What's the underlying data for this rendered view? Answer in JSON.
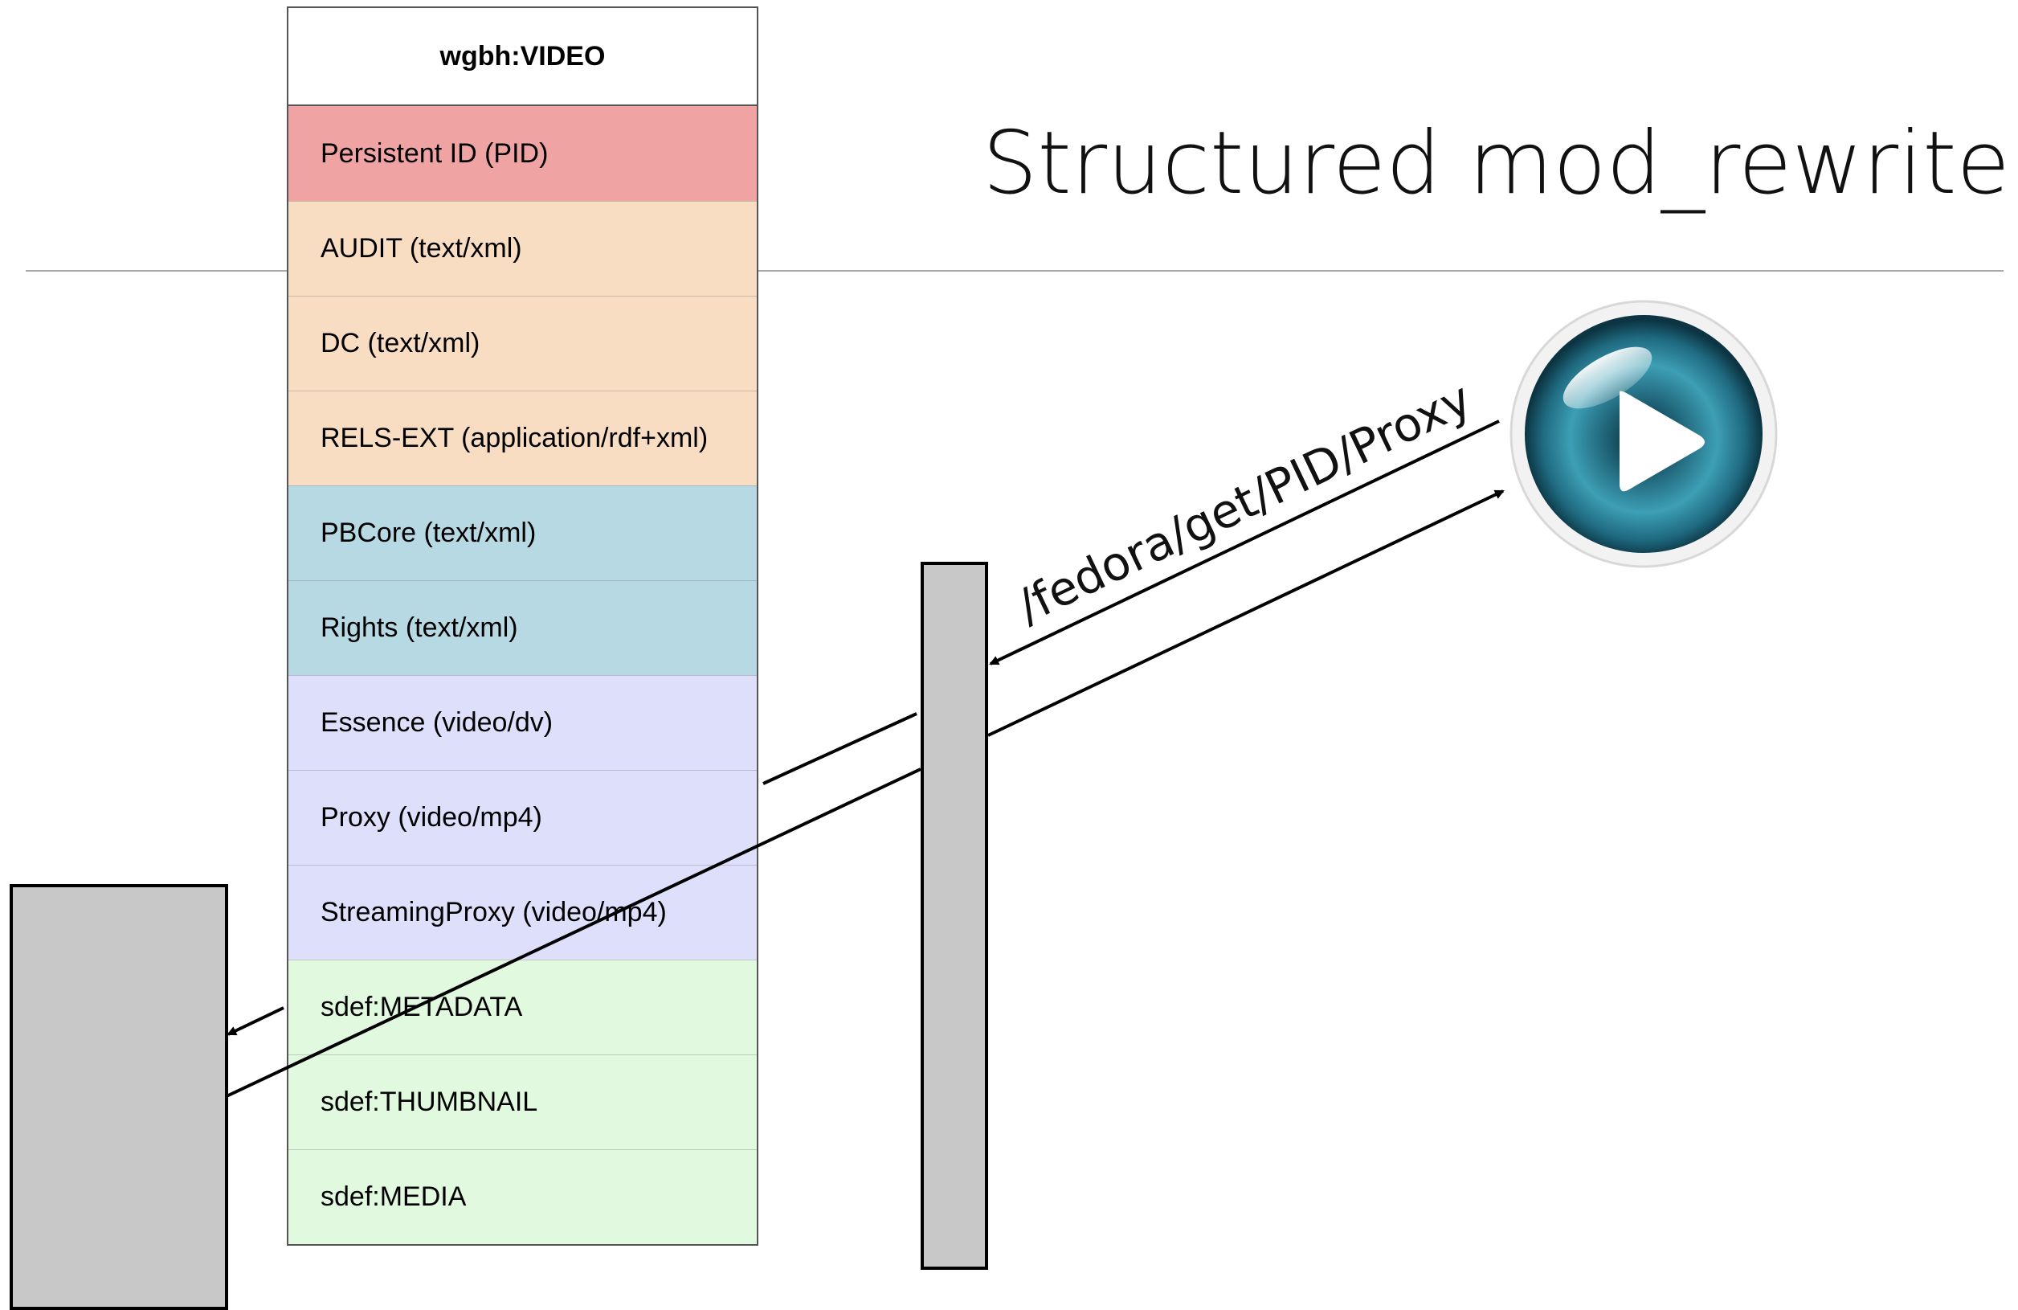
{
  "slide": {
    "title": "Structured mod_rewrite"
  },
  "object": {
    "header": "wgbh:VIDEO",
    "datastreams": [
      {
        "label": "Persistent ID (PID)",
        "color": "#f0a3a3"
      },
      {
        "label": "AUDIT (text/xml)",
        "color": "#f9ddc3"
      },
      {
        "label": "DC (text/xml)",
        "color": "#f9ddc3"
      },
      {
        "label": "RELS-EXT (application/rdf+xml)",
        "color": "#f9ddc3"
      },
      {
        "label": "PBCore (text/xml)",
        "color": "#b7d9e3"
      },
      {
        "label": "Rights (text/xml)",
        "color": "#b7d9e3"
      },
      {
        "label": "Essence (video/dv)",
        "color": "#dee0fb"
      },
      {
        "label": "Proxy (video/mp4)",
        "color": "#dee0fb"
      },
      {
        "label": "StreamingProxy (video/mp4)",
        "color": "#dee0fb"
      },
      {
        "label": "sdef:METADATA",
        "color": "#e1fadf"
      },
      {
        "label": "sdef:THUMBNAIL",
        "color": "#e1fadf"
      },
      {
        "label": "sdef:MEDIA",
        "color": "#e1fadf"
      }
    ]
  },
  "arrows": {
    "request_label": "/fedora/get/PID/Proxy"
  },
  "icons": {
    "player": "video-player-eye-icon"
  }
}
